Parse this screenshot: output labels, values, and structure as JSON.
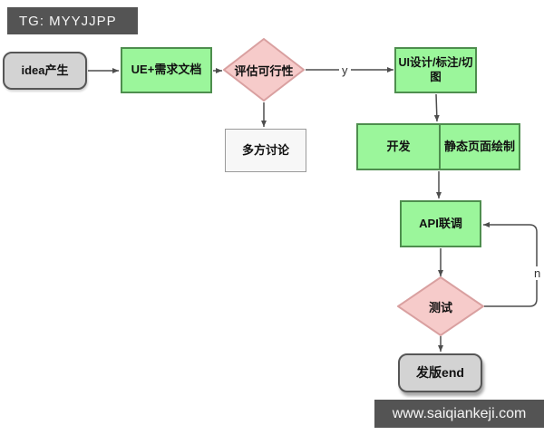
{
  "banners": {
    "top_left": "TG: MYYJJPP",
    "bottom_right": "www.saiqiankeji.com"
  },
  "flowchart": {
    "nodes": {
      "start": "idea产生",
      "ue_doc": "UE+需求文档",
      "feasibility": "评估可行性",
      "discussion": "多方讨论",
      "ui_design": "UI设计/标注/切图",
      "dev": "开发",
      "static_pages": "静态页面绘制",
      "api_joint": "API联调",
      "test": "测试",
      "release": "发版end"
    },
    "edge_labels": {
      "yes": "y",
      "no": "n"
    },
    "colors": {
      "process_fill": "#9BF69B",
      "process_border": "#4E8E4E",
      "decision_fill": "#F6CBCA",
      "decision_border": "#D9A0A0",
      "terminal_fill": "#D3D3D3",
      "terminal_border": "#565656",
      "note_fill": "#F7F7F7",
      "note_border": "#9A9A9A",
      "banner_bg": "#545454",
      "connector": "#4D4D4D",
      "text": "#111111"
    }
  }
}
